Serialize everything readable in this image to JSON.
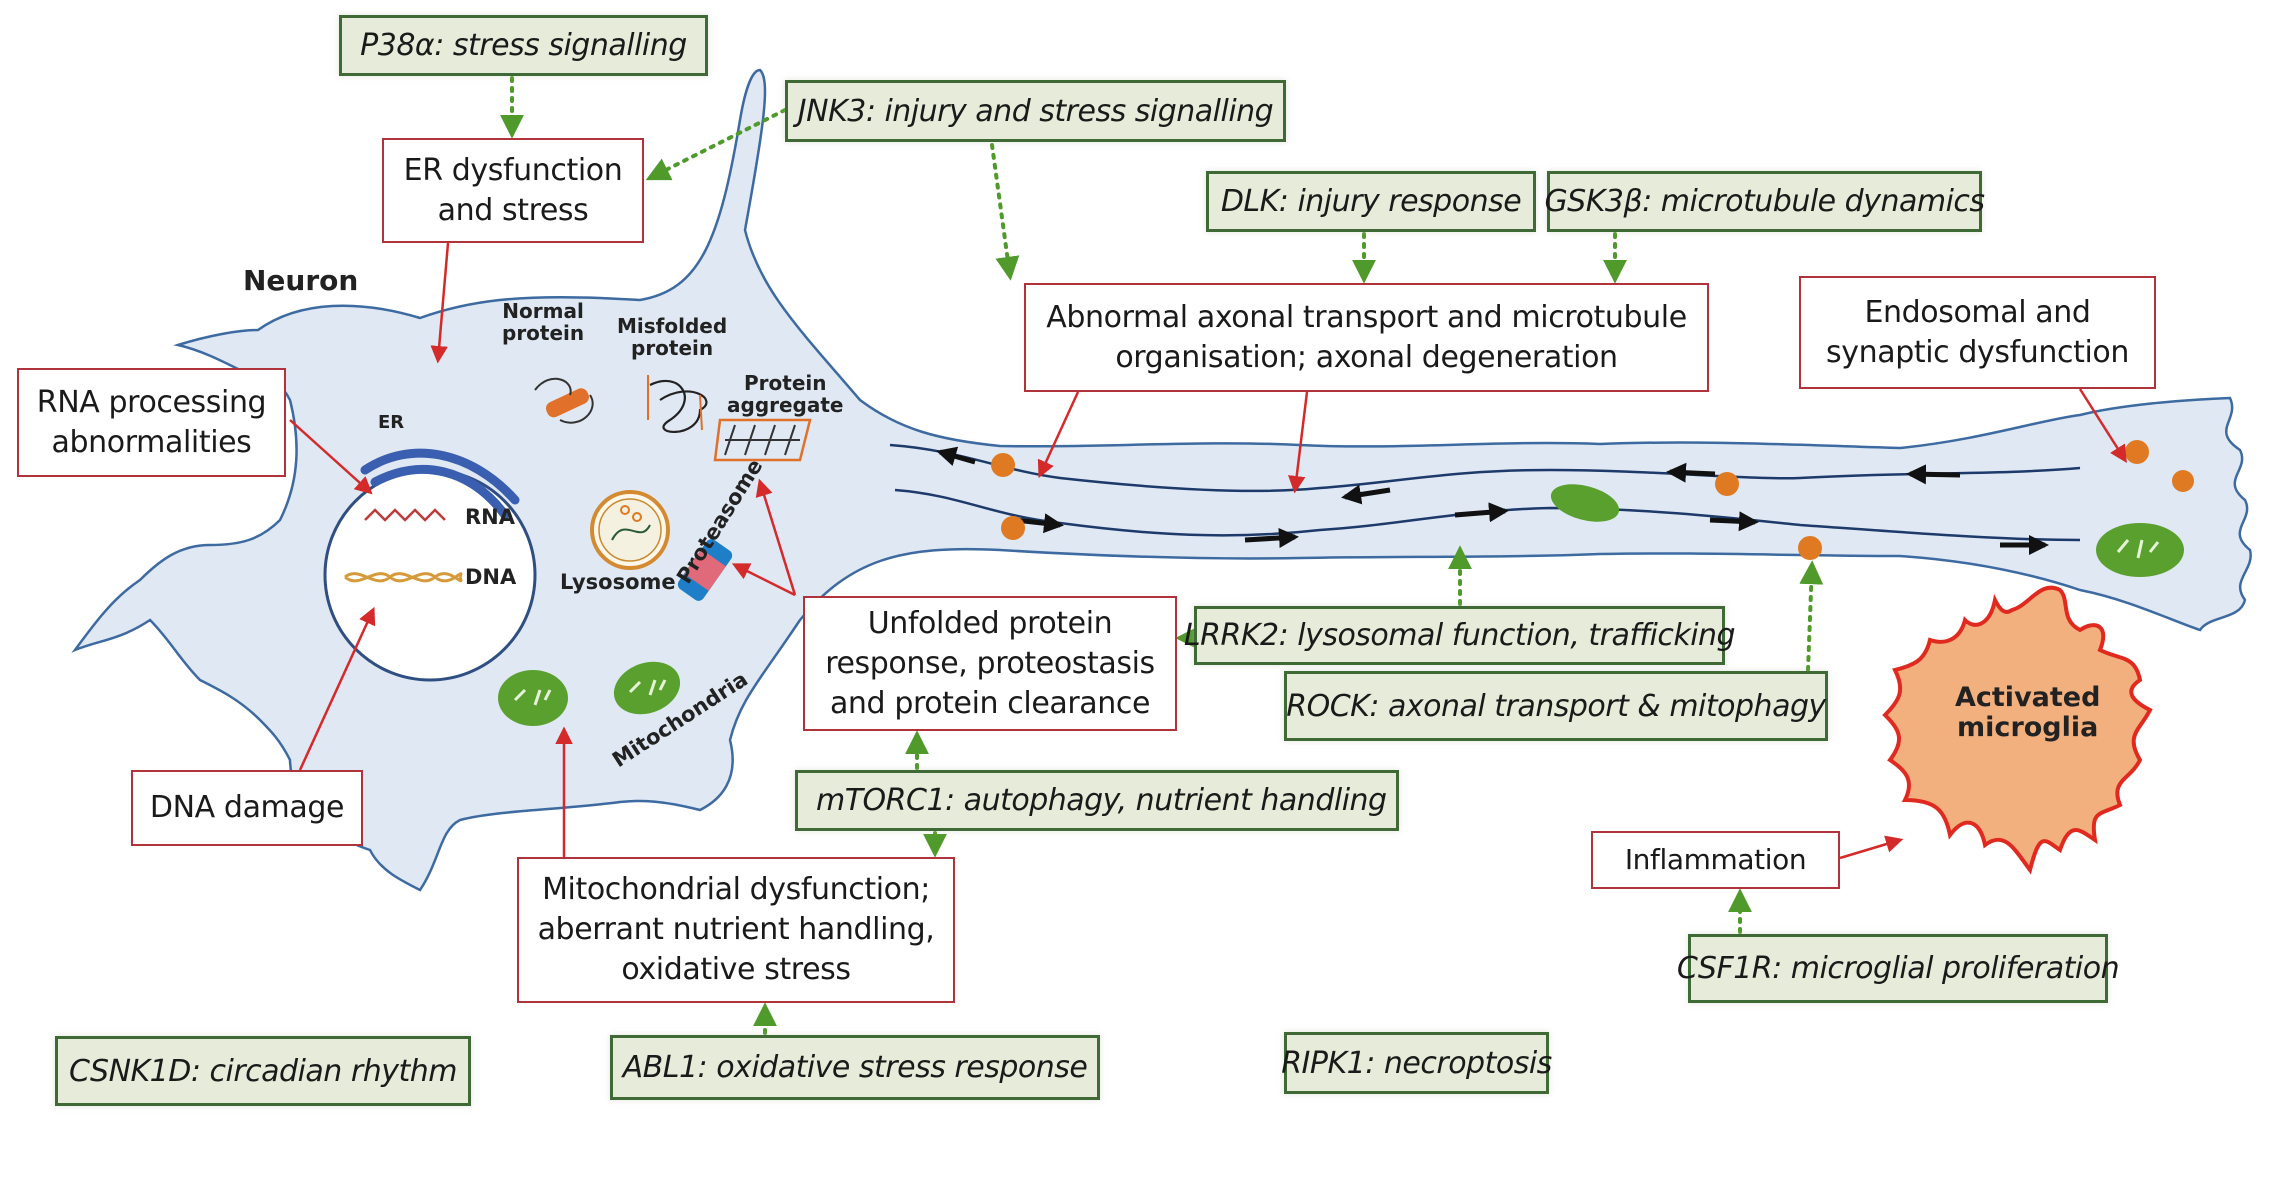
{
  "diagram": {
    "title_label": "Neuron",
    "colors": {
      "kinase_box_fill": "#e6ecd9",
      "kinase_box_border": "#3f6a36",
      "process_box_border": "#b0333c",
      "neuron_fill": "#dfe8f3",
      "neuron_outline": "#3d6aa0",
      "inhibition_arrow": "#4f9a2a",
      "effect_arrow": "#d42a2a",
      "microglia_fill": "#f2b07f",
      "microglia_outline": "#e02a20",
      "mitochondria": "#5aa02f",
      "vesicle": "#e07a22"
    },
    "kinases": [
      {
        "id": "p38a",
        "label": "P38α: stress signalling"
      },
      {
        "id": "jnk3",
        "label": "JNK3: injury and stress signalling"
      },
      {
        "id": "dlk",
        "label": "DLK: injury response"
      },
      {
        "id": "gsk3b",
        "label": "GSK3β: microtubule dynamics"
      },
      {
        "id": "lrrk2",
        "label": "LRRK2: lysosomal  function, trafficking"
      },
      {
        "id": "rock",
        "label": "ROCK: axonal transport & mitophagy"
      },
      {
        "id": "mtorc1",
        "label": "mTORC1: autophagy,  nutrient handling"
      },
      {
        "id": "abl1",
        "label": "ABL1: oxidative stress response"
      },
      {
        "id": "csnk1d",
        "label": "CSNK1D: circadian rhythm"
      },
      {
        "id": "ripk1",
        "label": "RIPK1: necroptosis"
      },
      {
        "id": "csf1r",
        "label": "CSF1R: microglial proliferation"
      }
    ],
    "processes": [
      {
        "id": "er",
        "label": "ER dysfunction\nand stress"
      },
      {
        "id": "axonal",
        "label": "Abnormal axonal transport and microtubule\norganisation; axonal degeneration"
      },
      {
        "id": "endosomal",
        "label": "Endosomal and\nsynaptic dysfunction"
      },
      {
        "id": "rna",
        "label": "RNA processing\nabnormalities"
      },
      {
        "id": "upr",
        "label": "Unfolded protein\nresponse, proteostasis\nand protein clearance"
      },
      {
        "id": "dna",
        "label": "DNA damage"
      },
      {
        "id": "mito",
        "label": "Mitochondrial dysfunction;\naberrant nutrient handling,\noxidative stress"
      },
      {
        "id": "inflammation",
        "label": "Inflammation"
      }
    ],
    "organelle_labels": {
      "er": "ER",
      "rna": "RNA",
      "dna": "DNA",
      "normal_protein": "Normal\nprotein",
      "misfolded_protein": "Misfolded\nprotein",
      "protein_aggregate": "Protein\naggregate",
      "lysosome": "Lysosome",
      "proteasome": "Proteasome",
      "mitochondria": "Mitochondria",
      "microglia": "Activated\nmicroglia"
    }
  }
}
